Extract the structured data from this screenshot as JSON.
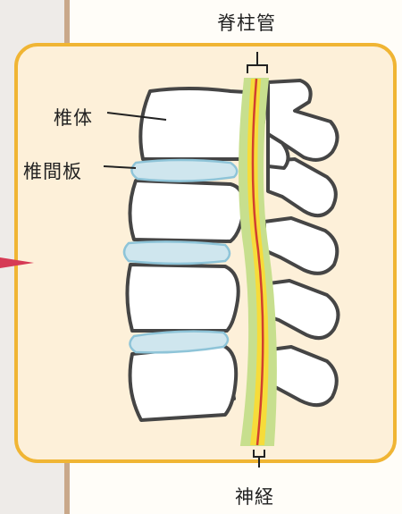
{
  "labels": {
    "spinal_canal": "脊柱管",
    "vertebral_body": "椎体",
    "intervertebral_disc": "椎間板",
    "nerve": "神経"
  },
  "colors": {
    "panel_background": "#fdf0d9",
    "panel_border": "#f0b534",
    "bone_fill": "#ffffff",
    "bone_outline": "#454545",
    "disc_fill": "#cfe6ee",
    "canal_fill": "#c7df8e",
    "nerve_yellow": "#f6dc3a",
    "nerve_line": "#d2402f",
    "pointer": "#d63a55"
  },
  "icons": [
    "spine-illustration",
    "pointer-arrow-icon"
  ]
}
